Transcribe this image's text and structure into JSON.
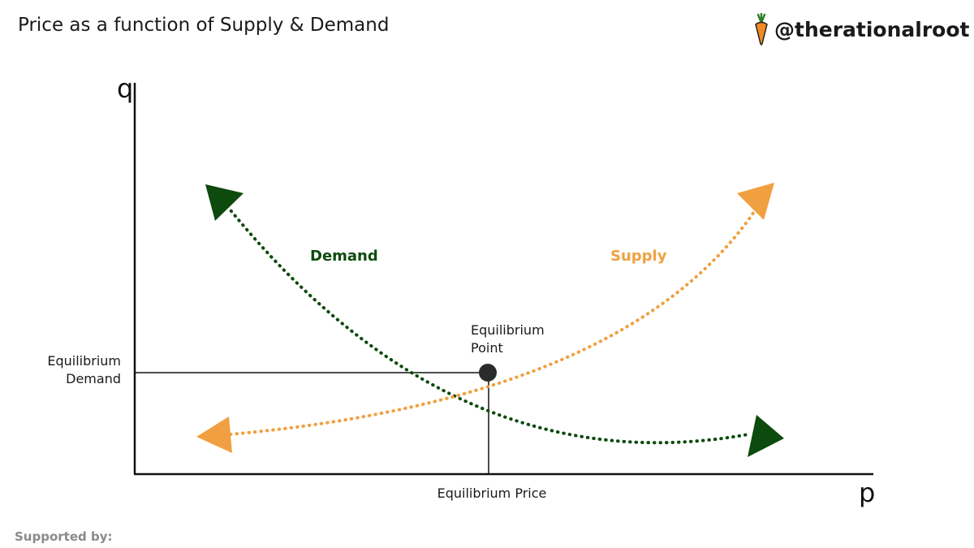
{
  "header": {
    "title": "Price as a function of Supply & Demand",
    "brand_handle": "@therationalroot",
    "brand_icon": "carrot-icon"
  },
  "footer": {
    "supported_by": "Supported by:"
  },
  "diagram": {
    "axes": {
      "y_label": "q",
      "x_label": "p"
    },
    "curves": {
      "demand": {
        "label": "Demand",
        "color": "#0d4a0d"
      },
      "supply": {
        "label": "Supply",
        "color": "#f0a040"
      }
    },
    "equilibrium": {
      "point_label_line1": "Equilibrium",
      "point_label_line2": "Point",
      "demand_label_line1": "Equilibrium",
      "demand_label_line2": "Demand",
      "price_label": "Equilibrium Price",
      "point_color": "#2b2b2b"
    }
  }
}
